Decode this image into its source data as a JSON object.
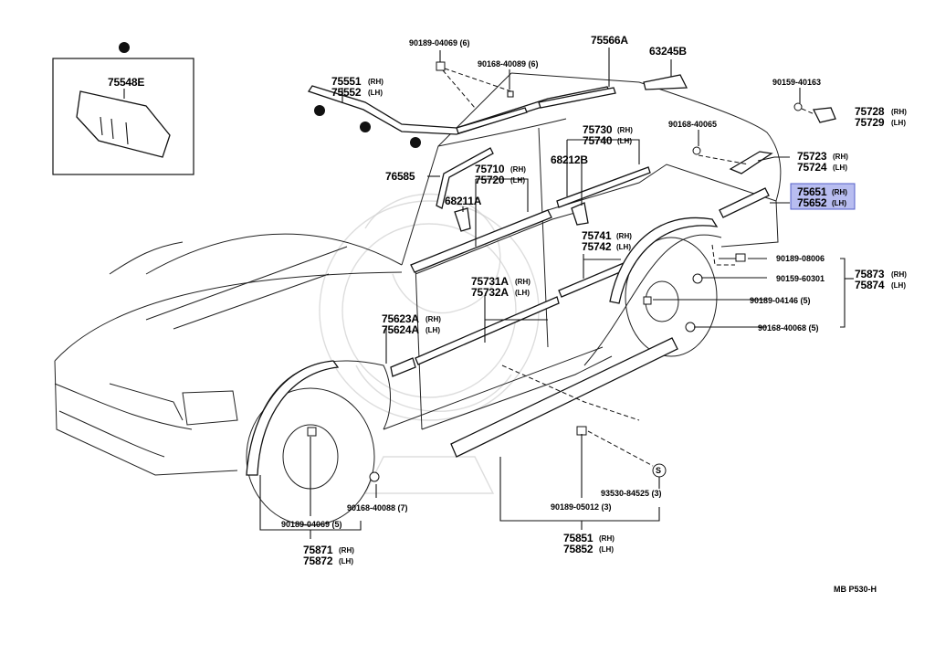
{
  "diagram": {
    "code": "MB P530-H",
    "inset_part": "75548E",
    "highlighted": {
      "rh": "75651",
      "lh": "75652"
    },
    "labels": {
      "p90189_04069_6": "90189-04069 (6)",
      "p90168_40089_6": "90168-40089 (6)",
      "p75566A": "75566A",
      "p63245B": "63245B",
      "p90159_40163": "90159-40163",
      "p75551": "75551",
      "p75552": "75552",
      "p75728": "75728",
      "p75729": "75729",
      "p90168_40065": "90168-40065",
      "p75730": "75730",
      "p75740": "75740",
      "p75723": "75723",
      "p75724": "75724",
      "p68212B": "68212B",
      "p76585": "76585",
      "p75710": "75710",
      "p75720": "75720",
      "p68211A": "68211A",
      "p75741": "75741",
      "p75742": "75742",
      "p90189_08006": "90189-08006",
      "p90159_60301": "90159-60301",
      "p75873": "75873",
      "p75874": "75874",
      "p90189_04146_5": "90189-04146 (5)",
      "p90168_40068_5": "90168-40068 (5)",
      "p75731A": "75731A",
      "p75732A": "75732A",
      "p75623A": "75623A",
      "p75624A": "75624A",
      "s_mark": "S",
      "p93530_84525_3": "93530-84525 (3)",
      "p90168_40088_7": "90168-40088 (7)",
      "p90189_05012_3": "90189-05012 (3)",
      "p90189_04069_5": "90189-04069 (5)",
      "p75871": "75871",
      "p75872": "75872",
      "p75851": "75851",
      "p75852": "75852",
      "rh": "(RH)",
      "lh": "(LH)"
    }
  }
}
